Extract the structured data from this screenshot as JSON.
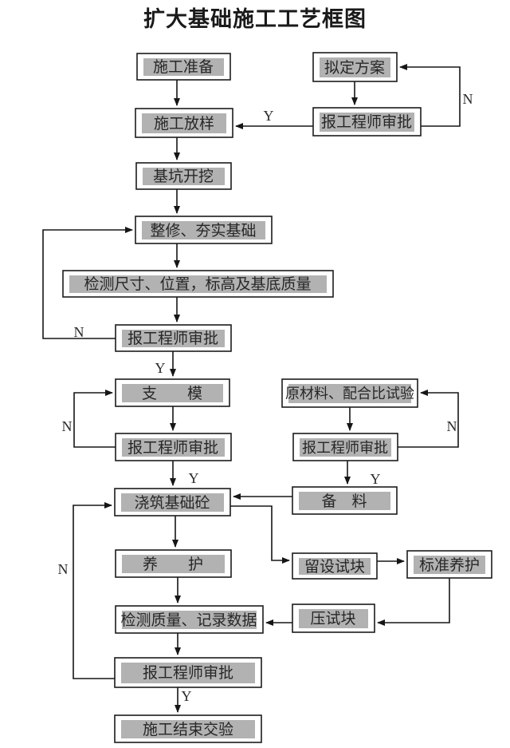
{
  "title": "扩大基础施工工艺框图",
  "colors": {
    "background": "#ffffff",
    "box_fill": "#ffffff",
    "box_border": "#1c1c1c",
    "label_background": "#b2b2b2",
    "line": "#161616",
    "text": "#272727"
  },
  "nodes": [
    {
      "id": "construction-preparation",
      "label": "施工准备"
    },
    {
      "id": "draft-plan",
      "label": "拟定方案"
    },
    {
      "id": "engineer-approval-plan",
      "label": "报工程师审批"
    },
    {
      "id": "construction-layout",
      "label": "施工放样"
    },
    {
      "id": "pit-excavation",
      "label": "基坑开挖"
    },
    {
      "id": "trim-compact-foundation",
      "label": "整修、夯实基础"
    },
    {
      "id": "check-dimensions",
      "label": "检测尺寸、位置，标高及基底质量"
    },
    {
      "id": "engineer-approval-foundation",
      "label": "报工程师审批"
    },
    {
      "id": "formwork",
      "label": "支　　模"
    },
    {
      "id": "material-mix-test",
      "label": "原材料、配合比试验"
    },
    {
      "id": "engineer-approval-formwork",
      "label": "报工程师审批"
    },
    {
      "id": "engineer-approval-materials",
      "label": "报工程师审批"
    },
    {
      "id": "pour-foundation-concrete",
      "label": "浇筑基础砼"
    },
    {
      "id": "prepare-materials",
      "label": "备　料"
    },
    {
      "id": "curing",
      "label": "养　　护"
    },
    {
      "id": "reserve-test-blocks",
      "label": "留设试块"
    },
    {
      "id": "standard-curing",
      "label": "标准养护"
    },
    {
      "id": "check-quality-record",
      "label": "检测质量、记录数据"
    },
    {
      "id": "press-test-blocks",
      "label": "压试块"
    },
    {
      "id": "engineer-approval-quality",
      "label": "报工程师审批"
    },
    {
      "id": "completion-handover",
      "label": "施工结束交验"
    }
  ],
  "decision_labels": [
    {
      "text": "Y",
      "edge": "engineer-approval-plan to construction-layout"
    },
    {
      "text": "N",
      "edge": "engineer-approval-plan to draft-plan"
    },
    {
      "text": "N",
      "edge": "engineer-approval-foundation to trim-compact-foundation"
    },
    {
      "text": "Y",
      "edge": "engineer-approval-foundation to formwork"
    },
    {
      "text": "N",
      "edge": "engineer-approval-formwork to formwork"
    },
    {
      "text": "Y",
      "edge": "engineer-approval-formwork to pour-foundation-concrete"
    },
    {
      "text": "N",
      "edge": "engineer-approval-materials to material-mix-test"
    },
    {
      "text": "Y",
      "edge": "engineer-approval-materials to prepare-materials"
    },
    {
      "text": "N",
      "edge": "engineer-approval-quality to pour-foundation-concrete"
    },
    {
      "text": "Y",
      "edge": "engineer-approval-quality to completion-handover"
    }
  ]
}
